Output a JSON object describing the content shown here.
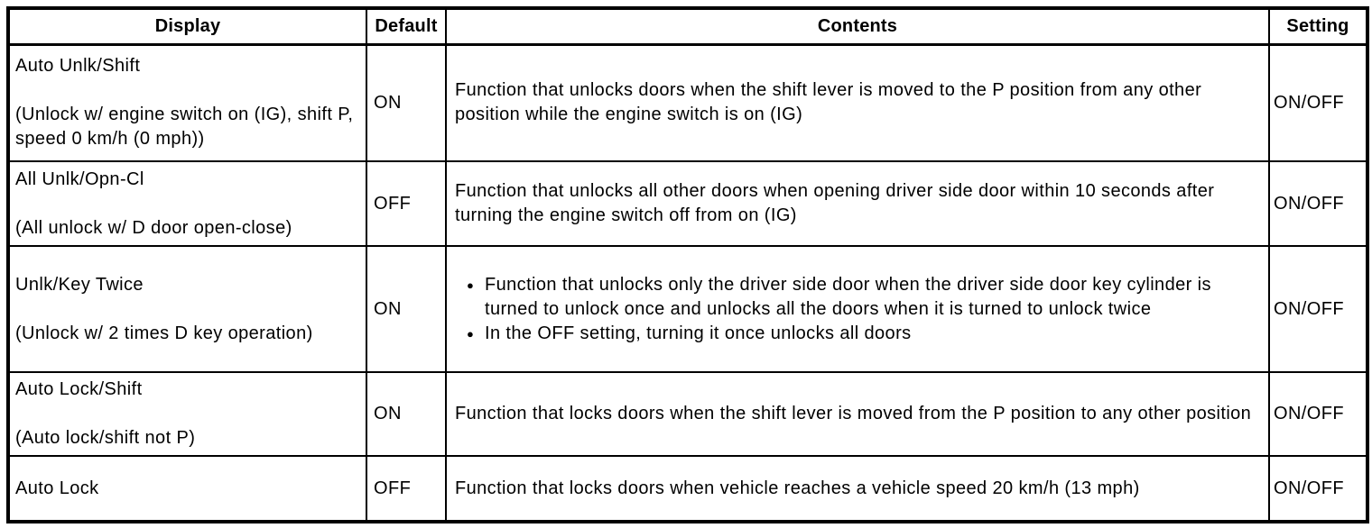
{
  "table": {
    "bullet_glyph": "●",
    "headers": [
      "Display",
      "Default",
      "Contents",
      "Setting"
    ],
    "rows": [
      {
        "display": "Auto Unlk/Shift",
        "display_note": "(Unlock w/ engine switch on (IG), shift P, speed 0 km/h (0 mph))",
        "default": "ON",
        "contents": "Function that unlocks doors when the shift lever is moved to the P position from any other position while the engine switch is on (IG)",
        "setting": "ON/OFF"
      },
      {
        "display": "All Unlk/Opn-Cl",
        "display_note": "(All unlock w/ D door open-close)",
        "default": "OFF",
        "contents": "Function that unlocks all other doors when opening driver side door within 10 seconds after turning the engine switch off from on (IG)",
        "setting": "ON/OFF"
      },
      {
        "display": "Unlk/Key Twice",
        "display_note": "(Unlock w/ 2 times D key operation)",
        "default": "ON",
        "contents_bullets": [
          "Function that unlocks only the driver side door when the driver side door key cylinder is turned to unlock once and unlocks all the doors when it is turned to unlock twice",
          "In the OFF setting, turning it once unlocks all doors"
        ],
        "setting": "ON/OFF"
      },
      {
        "display": "Auto Lock/Shift",
        "display_note": "(Auto lock/shift not P)",
        "default": "ON",
        "contents": "Function that locks doors when the shift lever is moved from the P position to any other position",
        "setting": "ON/OFF"
      },
      {
        "display": "Auto Lock",
        "default": "OFF",
        "contents": "Function that locks doors when vehicle reaches a vehicle speed 20 km/h (13 mph)",
        "setting": "ON/OFF"
      }
    ]
  }
}
